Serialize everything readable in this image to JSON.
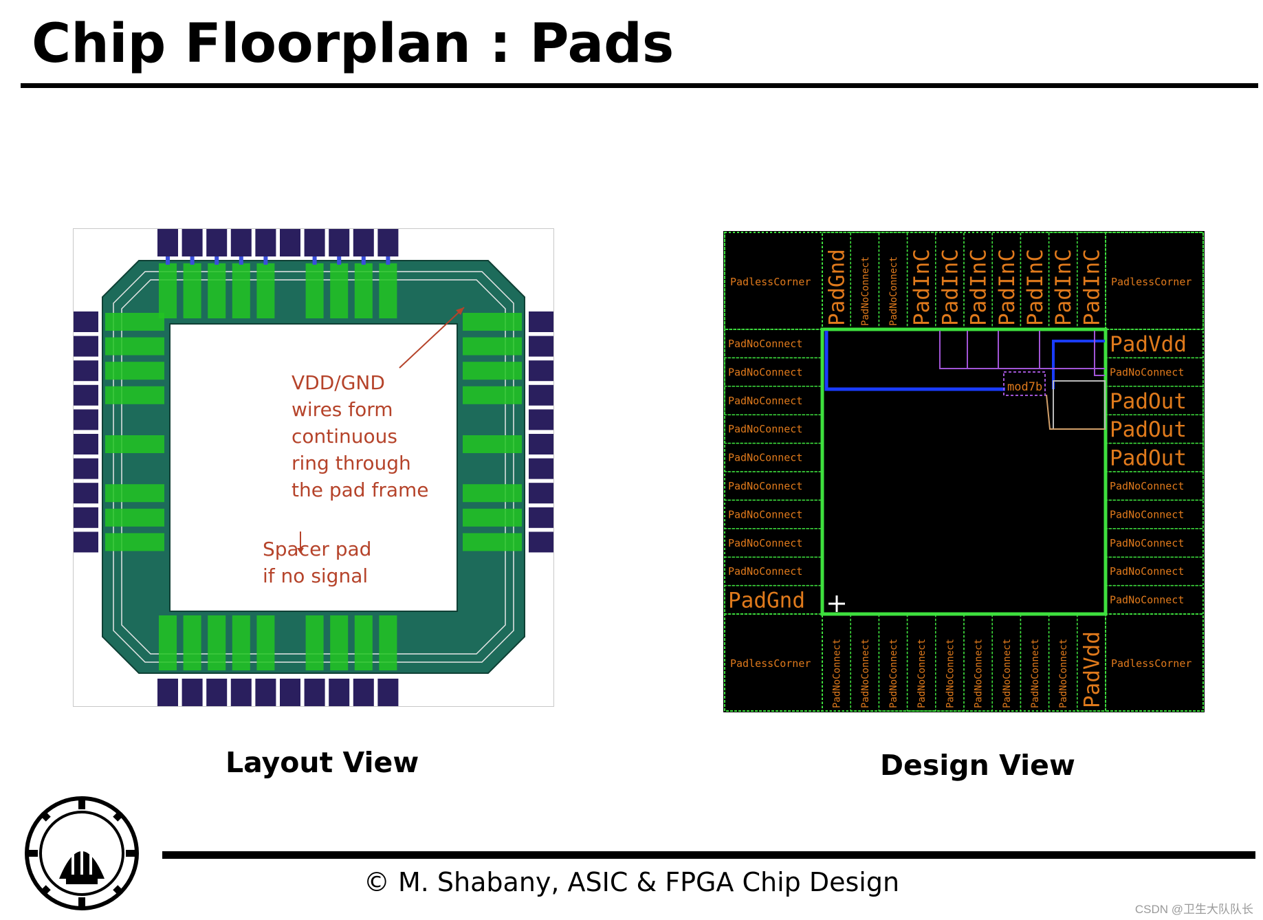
{
  "slide": {
    "title": "Chip Floorplan : Pads",
    "footer": "© M. Shabany, ASIC & FPGA Chip Design",
    "watermark": "CSDN @卫生大队队长"
  },
  "layout_view": {
    "caption": "Layout View",
    "annotation_ring": "VDD/GND\nwires form\ncontinuous\nring through\nthe pad frame",
    "annotation_spacer": "Spacer pad\nif no signal"
  },
  "design_view": {
    "caption": "Design View",
    "corner_label": "PadlessCorner",
    "module_label": "mod7b",
    "top_pads": [
      "PadGnd",
      "PadNoConnect",
      "PadNoConnect",
      "PadInC",
      "PadInC",
      "PadInC",
      "PadInC",
      "PadInC",
      "PadInC",
      "PadInC"
    ],
    "left_pads": [
      "PadNoConnect",
      "PadNoConnect",
      "PadNoConnect",
      "PadNoConnect",
      "PadNoConnect",
      "PadNoConnect",
      "PadNoConnect",
      "PadNoConnect",
      "PadNoConnect",
      "PadGnd"
    ],
    "right_pads": [
      "PadVdd",
      "PadNoConnect",
      "PadOut",
      "PadOut",
      "PadOut",
      "PadNoConnect",
      "PadNoConnect",
      "PadNoConnect",
      "PadNoConnect",
      "PadNoConnect"
    ],
    "bottom_pads": [
      "PadNoConnect",
      "PadNoConnect",
      "PadNoConnect",
      "PadNoConnect",
      "PadNoConnect",
      "PadNoConnect",
      "PadNoConnect",
      "PadNoConnect",
      "PadNoConnect",
      "PadVdd"
    ]
  },
  "colors": {
    "pad_text": "#e07a1c",
    "core_outline": "#3ee03e",
    "ring_fill": "#1d6b5a",
    "pad_fill": "#2a1f5e",
    "annotation": "#b5432a"
  }
}
